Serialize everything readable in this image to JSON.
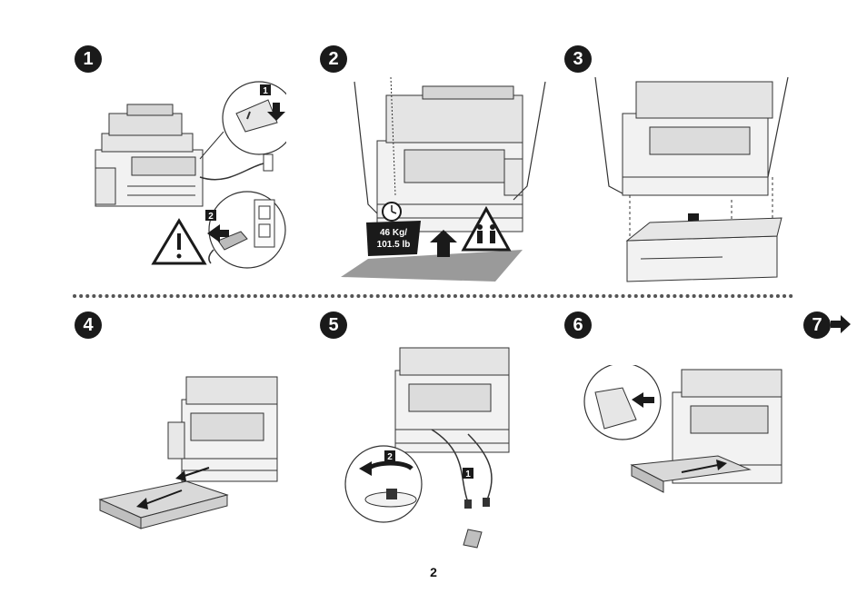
{
  "steps": [
    {
      "number": "1"
    },
    {
      "number": "2",
      "weight_line1": "46 Kg/",
      "weight_line2": "101.5 lb"
    },
    {
      "number": "3"
    },
    {
      "number": "4"
    },
    {
      "number": "5"
    },
    {
      "number": "6"
    },
    {
      "number": "7"
    }
  ],
  "callouts": {
    "step1_switch": "1",
    "step1_plug": "2",
    "step5_remove": "1",
    "step5_rotate": "2"
  },
  "page_number": "2",
  "colors": {
    "badge": "#1a1a1a",
    "line": "#333333",
    "fill_light": "#f2f2f2",
    "fill_mid": "#d9d9d9",
    "floor": "#9a9a9a"
  },
  "icons": {
    "warning": "warning-triangle-icon",
    "two_person": "two-person-lift-icon",
    "clock": "clock-icon",
    "next": "right-arrow-icon"
  }
}
